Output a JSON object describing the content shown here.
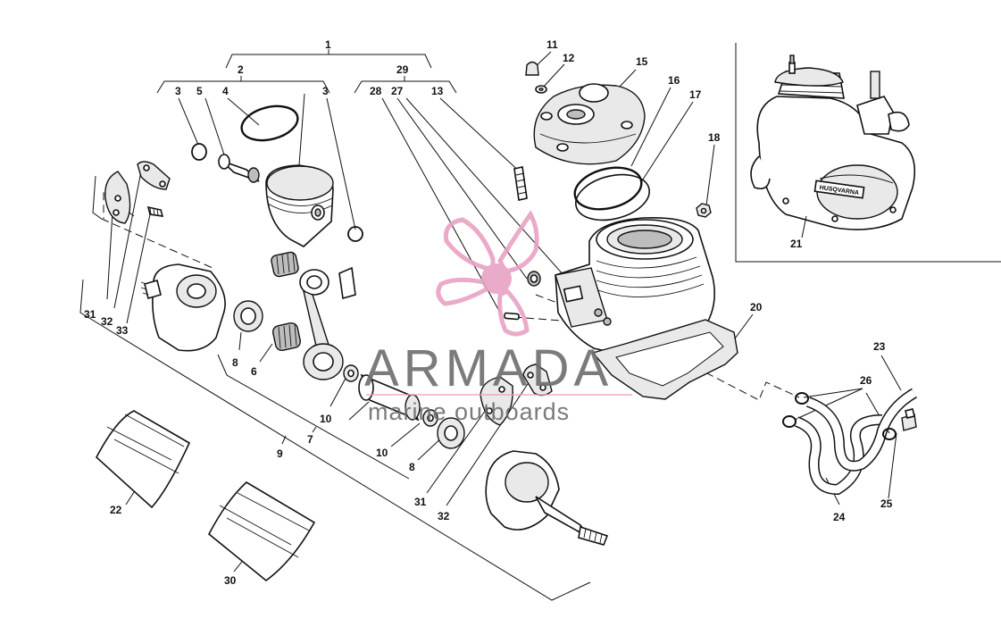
{
  "callouts": {
    "c1": "1",
    "c2": "2",
    "c3a": "3",
    "c3b": "3",
    "c4": "4",
    "c5": "5",
    "c6": "6",
    "c7": "7",
    "c8a": "8",
    "c8b": "8",
    "c9": "9",
    "c10a": "10",
    "c10b": "10",
    "c11": "11",
    "c12": "12",
    "c13": "13",
    "c15": "15",
    "c16": "16",
    "c17": "17",
    "c18": "18",
    "c20": "20",
    "c21": "21",
    "c22": "22",
    "c23": "23",
    "c24": "24",
    "c25": "25",
    "c26": "26",
    "c27": "27",
    "c28": "28",
    "c29": "29",
    "c30": "30",
    "c31a": "31",
    "c31b": "31",
    "c32a": "32",
    "c32b": "32",
    "c33": "33"
  },
  "engine_label": "HUSQVARNA",
  "watermark": {
    "brand": "ARMADA",
    "tagline": "marine outboards",
    "logo_color": "#e8a1c4",
    "text_color": "#6d6d6d"
  }
}
